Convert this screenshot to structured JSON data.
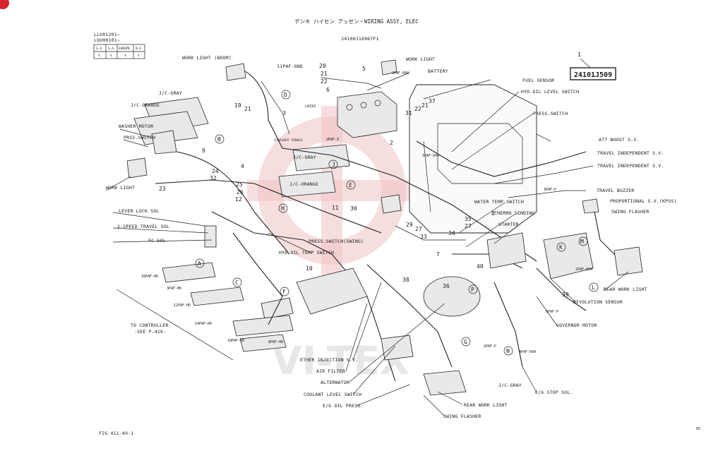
{
  "header": {
    "title": "デンキ ハイセン アッセン・WIRING ASSY, ELEC",
    "drawing_no": "24100J16967F1",
    "serial_1": "LLU01201~",
    "serial_2": "LQU00101~",
    "table_head": [
      "G.A",
      "S.A",
      "EUROPE",
      "N.E"
    ],
    "table_vals": [
      "S",
      "S",
      "S",
      "S"
    ]
  },
  "part": {
    "ref": "1",
    "number": "24101J509"
  },
  "footer": {
    "fig": "FIG 411-49-1",
    "page": "05"
  },
  "labels": {
    "work_light_boom": "WORK LIGHT (BOOM)",
    "gnd": "11PAF-GND",
    "work_light": "WORK LIGHT",
    "battery": "BATTERY",
    "fuel_sensor": "FUEL SENSOR",
    "hyd_oil_level": "HYD.OIL LEVEL SWITCH",
    "press_switch_r": "PRESS.SWITCH",
    "jc_gray_1": "J/C-GRAY",
    "jc_orange_1": "J/C-ORANGE",
    "washer_motor": "WASHER MOTOR",
    "press_switch_l": "PRSS.SWITCH",
    "work_light_l": "WORK LIGHT",
    "jc_gray_2": "J/C-GRAY",
    "jc_orange_2": "J/C-ORANGE",
    "lever_lock": "LEVER LOCK SOL",
    "two_speed": "2-SPEED TRAVEL SOL",
    "fc_sol": "FC SOL",
    "hyd_oil_temp": "HYD.OIL TEMP SWITCH",
    "press_switch_swing": "PRESS.SWITCH(SWING)",
    "water_temp": "WATER TEMP.SWITCH",
    "thermo": "THERMO SENDING",
    "starter": "STARTER",
    "att_boost": "ATT BOOST S.V.",
    "travel_ind_1": "TRAVEL INDEPENDENT S.V.",
    "travel_ind_2": "TRAVEL INDEPENDENT S.V.",
    "travel_buzzer": "TRAVEL BUZZER",
    "prop_sv": "PROPORTIONAL S.V.(KPSS)",
    "swing_flasher_r": "SWING FLASHER",
    "rear_work_light_r": "REAR WORK LIGHT",
    "revolution_sensor": "REVOLUTION SENSOR",
    "governor_motor": "GOVERNOR MOTOR",
    "to_controller_1": "TO CONTROLLER",
    "to_controller_2": "·SEE P.416·",
    "ether": "ETHER INJECTION S.V.",
    "air_filter": "AIR FILTER",
    "alternator": "ALTERNATOR",
    "coolant": "COOLANT LEVEL SWITCH",
    "eg_oil": "E/G OIL PRESS.",
    "rear_work_light_b": "REAR WORK LIGHT",
    "swing_flasher_b": "SWING FLASHER",
    "jc_gray_3": "J/C-GRAY",
    "eg_stop": "E/G STOP SOL.",
    "h16": "16PAF-HD",
    "h3": "3PAF-HD",
    "h12": "12PAF-HD",
    "h14": "14PAF-HD",
    "h18": "18PAF-HD",
    "h8": "8PAF-HD",
    "p2_090": "2PAF-090",
    "p3_090": "3PAF-090",
    "p4_090": "4PAF-090",
    "p3p": "3PAF-P",
    "p2p": "2PAF-P",
    "p6p": "6PAF-P",
    "p2_x": "2PAF-X",
    "lamp": "LA310",
    "straight": "STRAIGHT FEMALE"
  },
  "callouts": [
    "20",
    "21",
    "22",
    "5",
    "6",
    "19",
    "21",
    "3",
    "4",
    "9",
    "24",
    "25",
    "26",
    "23",
    "32",
    "12",
    "11",
    "30",
    "2",
    "31",
    "22",
    "21",
    "37",
    "8",
    "35",
    "27",
    "34",
    "29",
    "27",
    "33",
    "38",
    "10",
    "36",
    "39",
    "40",
    "7"
  ],
  "circles": [
    "A",
    "B",
    "C",
    "D",
    "E",
    "F",
    "G",
    "H",
    "J",
    "K",
    "L",
    "M",
    "N",
    "P"
  ],
  "colors": {
    "marker": "#d5232c",
    "watermark": "#f0c2c2",
    "ink": "#1a1a1a"
  }
}
